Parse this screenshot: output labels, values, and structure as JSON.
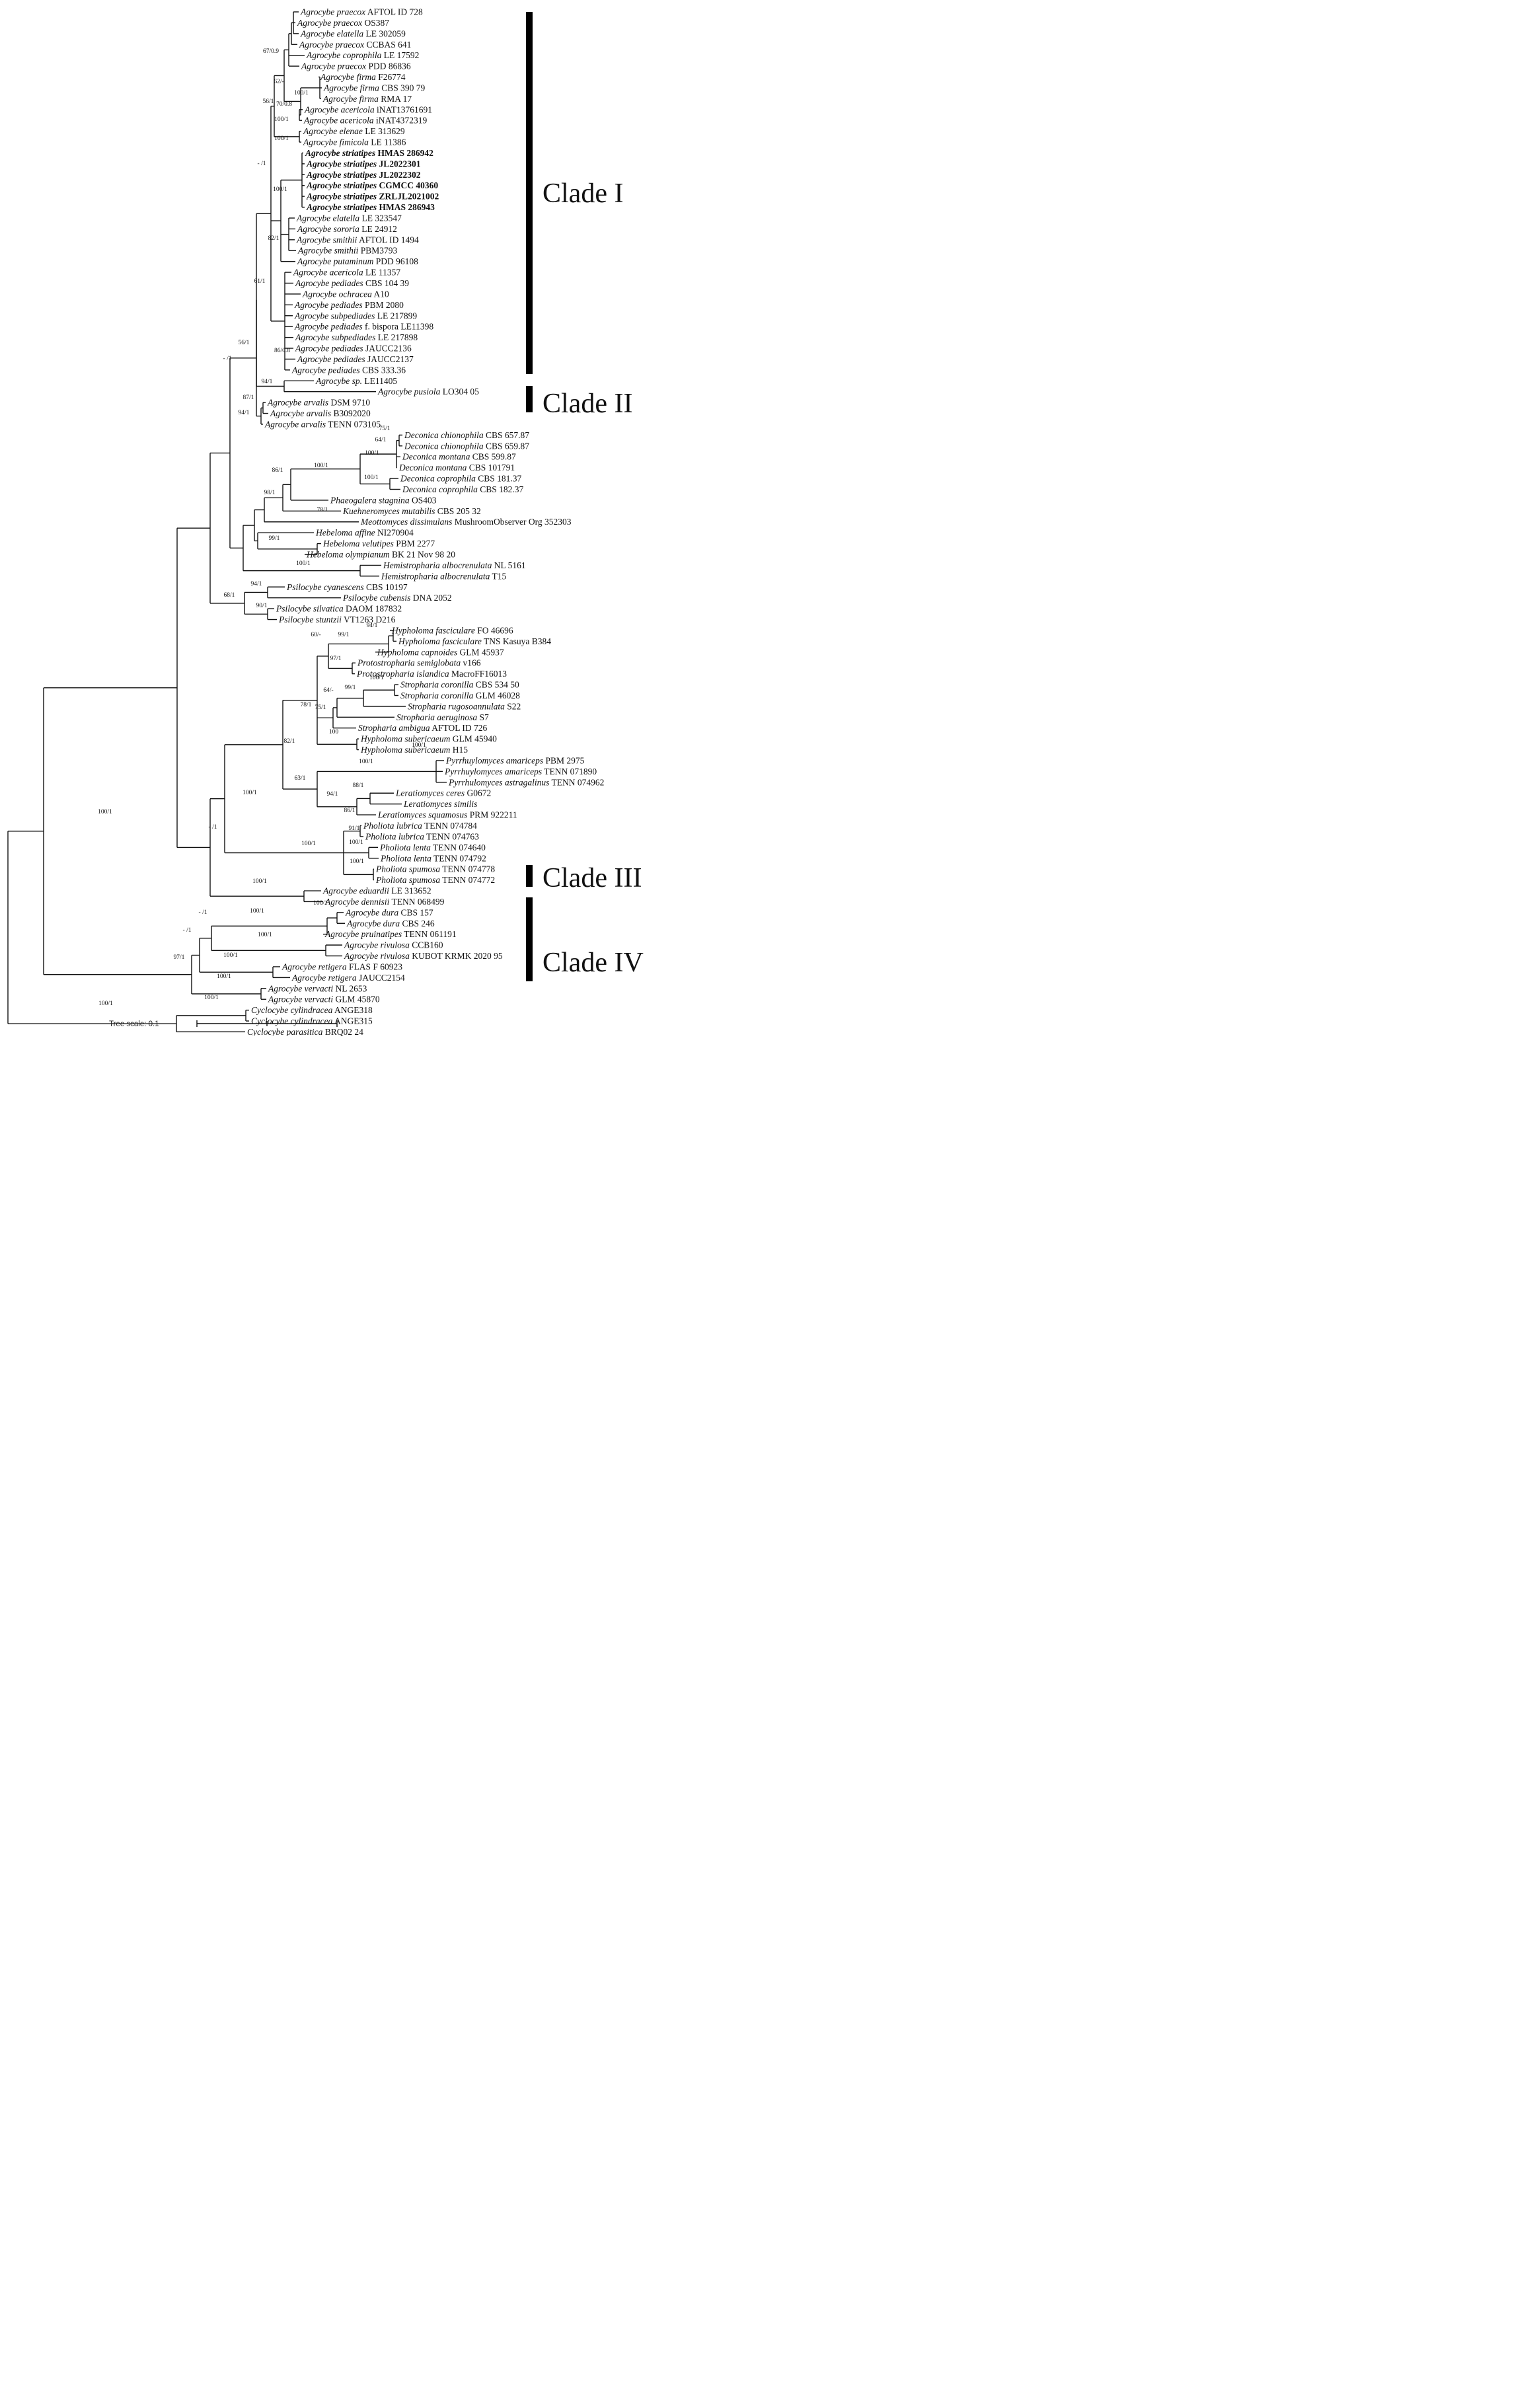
{
  "tree": {
    "scale_label": "Tree scale: 0.1",
    "tips": [
      {
        "sp": "Agrocybe praecox",
        "code": "AFTOL ID 728"
      },
      {
        "sp": "Agrocybe praecox",
        "code": "OS387"
      },
      {
        "sp": "Agrocybe elatella",
        "code": "LE 302059"
      },
      {
        "sp": "Agrocybe praecox",
        "code": "CCBAS 641"
      },
      {
        "sp": "Agrocybe coprophila",
        "code": "LE 17592"
      },
      {
        "sp": "Agrocybe praecox",
        "code": "PDD 86836"
      },
      {
        "sp": "Agrocybe firma",
        "code": "F26774"
      },
      {
        "sp": "Agrocybe firma",
        "code": "CBS 390 79"
      },
      {
        "sp": "Agrocybe firma",
        "code": "RMA 17"
      },
      {
        "sp": "Agrocybe acericola",
        "code": "iNAT13761691"
      },
      {
        "sp": "Agrocybe acericola",
        "code": "iNAT4372319"
      },
      {
        "sp": "Agrocybe elenae",
        "code": "LE 313629"
      },
      {
        "sp": "Agrocybe fimicola",
        "code": "LE 11386"
      },
      {
        "sp": "Agrocybe striatipes",
        "code": "HMAS 286942",
        "bold": true
      },
      {
        "sp": "Agrocybe striatipes",
        "code": "JL2022301",
        "bold": true
      },
      {
        "sp": "Agrocybe striatipes",
        "code": "JL2022302",
        "bold": true
      },
      {
        "sp": "Agrocybe striatipes",
        "code": "CGMCC 40360",
        "bold": true
      },
      {
        "sp": "Agrocybe striatipes",
        "code": "ZRLJL2021002",
        "bold": true
      },
      {
        "sp": "Agrocybe striatipes",
        "code": "HMAS 286943",
        "bold": true
      },
      {
        "sp": "Agrocybe elatella",
        "code": "LE 323547"
      },
      {
        "sp": "Agrocybe sororia",
        "code": "LE 24912"
      },
      {
        "sp": "Agrocybe smithii",
        "code": "AFTOL ID 1494"
      },
      {
        "sp": "Agrocybe smithii",
        "code": "PBM3793"
      },
      {
        "sp": "Agrocybe putaminum",
        "code": "PDD 96108"
      },
      {
        "sp": "Agrocybe acericola",
        "code": "LE 11357"
      },
      {
        "sp": "Agrocybe pediades",
        "code": "CBS 104 39"
      },
      {
        "sp": "Agrocybe ochracea",
        "code": "A10"
      },
      {
        "sp": "Agrocybe pediades",
        "code": "PBM 2080"
      },
      {
        "sp": "Agrocybe subpediades",
        "code": "LE 217899"
      },
      {
        "sp": "Agrocybe pediades",
        "code": "f. bispora LE11398",
        "italic_prefix": "f. bispora"
      },
      {
        "sp": "Agrocybe subpediades",
        "code": "LE 217898"
      },
      {
        "sp": "Agrocybe pediades",
        "code": "JAUCC2136"
      },
      {
        "sp": "Agrocybe pediades",
        "code": "JAUCC2137"
      },
      {
        "sp": "Agrocybe pediades",
        "code": "CBS 333.36"
      },
      {
        "sp": "Agrocybe sp.",
        "code": "LE11405"
      },
      {
        "sp": "Agrocybe pusiola",
        "code": "LO304 05"
      },
      {
        "sp": "Agrocybe arvalis",
        "code": "DSM 9710"
      },
      {
        "sp": "Agrocybe arvalis",
        "code": "B3092020"
      },
      {
        "sp": "Agrocybe arvalis",
        "code": "TENN 073105"
      },
      {
        "sp": "Deconica chionophila",
        "code": "CBS 657.87"
      },
      {
        "sp": "Deconica chionophila",
        "code": "CBS 659.87"
      },
      {
        "sp": "Deconica montana",
        "code": "CBS 599.87"
      },
      {
        "sp": "Deconica montana",
        "code": "CBS 101791"
      },
      {
        "sp": "Deconica coprophila",
        "code": "CBS 181.37"
      },
      {
        "sp": "Deconica coprophila",
        "code": "CBS 182.37"
      },
      {
        "sp": "Phaeogalera stagnina",
        "code": "OS403"
      },
      {
        "sp": "Kuehneromyces mutabilis",
        "code": "CBS 205 32"
      },
      {
        "sp": "Meottomyces dissimulans",
        "code": "MushroomObserver Org 352303"
      },
      {
        "sp": "Hebeloma affine",
        "code": "NI270904"
      },
      {
        "sp": "Hebeloma velutipes",
        "code": "PBM 2277"
      },
      {
        "sp": "Hebeloma olympianum",
        "code": "BK 21 Nov 98 20"
      },
      {
        "sp": "Hemistropharia albocrenulata",
        "code": "NL 5161"
      },
      {
        "sp": "Hemistropharia albocrenulata",
        "code": "T15"
      },
      {
        "sp": "Psilocybe cyanescens",
        "code": "CBS 10197"
      },
      {
        "sp": "Psilocybe cubensis",
        "code": "DNA 2052"
      },
      {
        "sp": "Psilocybe silvatica",
        "code": "DAOM 187832"
      },
      {
        "sp": "Psilocybe stuntzii",
        "code": "VT1263 D216"
      },
      {
        "sp": "Hypholoma fasciculare",
        "code": "FO 46696"
      },
      {
        "sp": "Hypholoma fasciculare",
        "code": "TNS Kasuya B384"
      },
      {
        "sp": "Hypholoma capnoides",
        "code": "GLM 45937"
      },
      {
        "sp": "Protostropharia semiglobata",
        "code": "v166"
      },
      {
        "sp": "Protostropharia islandica",
        "code": "MacroFF16013"
      },
      {
        "sp": "Stropharia coronilla",
        "code": "CBS 534 50"
      },
      {
        "sp": "Stropharia coronilla",
        "code": "GLM 46028"
      },
      {
        "sp": "Stropharia rugosoannulata",
        "code": "S22"
      },
      {
        "sp": "Stropharia aeruginosa",
        "code": "S7"
      },
      {
        "sp": "Stropharia ambigua",
        "code": "AFTOL ID 726"
      },
      {
        "sp": "Hypholoma subericaeum",
        "code": "GLM 45940"
      },
      {
        "sp": "Hypholoma subericaeum",
        "code": "H15"
      },
      {
        "sp": "Pyrrhuylomyces amariceps",
        "code": "PBM 2975"
      },
      {
        "sp": "Pyrrhuylomyces amariceps",
        "code": "TENN 071890"
      },
      {
        "sp": "Pyrrhulomyces astragalinus",
        "code": "TENN 074962"
      },
      {
        "sp": "Leratiomyces ceres",
        "code": "G0672"
      },
      {
        "sp": "Leratiomyces similis",
        "code": ""
      },
      {
        "sp": "Leratiomyces squamosus",
        "code": "PRM 922211"
      },
      {
        "sp": "Pholiota lubrica",
        "code": "TENN 074784"
      },
      {
        "sp": "Pholiota lubrica",
        "code": "TENN 074763"
      },
      {
        "sp": "Pholiota lenta",
        "code": "TENN 074640"
      },
      {
        "sp": "Pholiota lenta",
        "code": "TENN 074792"
      },
      {
        "sp": "Pholiota spumosa",
        "code": "TENN 074778"
      },
      {
        "sp": "Pholiota spumosa",
        "code": "TENN 074772"
      },
      {
        "sp": "Agrocybe eduardii",
        "code": "LE 313652"
      },
      {
        "sp": "Agrocybe dennisii",
        "code": "TENN 068499"
      },
      {
        "sp": "Agrocybe dura",
        "code": "CBS 157"
      },
      {
        "sp": "Agrocybe dura",
        "code": "CBS 246"
      },
      {
        "sp": "Agrocybe pruinatipes",
        "code": "TENN 061191"
      },
      {
        "sp": "Agrocybe rivulosa",
        "code": "CCB160"
      },
      {
        "sp": "Agrocybe rivulosa",
        "code": "KUBOT KRMK 2020 95"
      },
      {
        "sp": "Agrocybe retigera",
        "code": "FLAS F 60923"
      },
      {
        "sp": "Agrocybe retigera",
        "code": "JAUCC2154"
      },
      {
        "sp": "Agrocybe vervacti",
        "code": "NL 2653"
      },
      {
        "sp": "Agrocybe vervacti",
        "code": "GLM 45870"
      },
      {
        "sp": "Cyclocybe cylindracea",
        "code": "ANGE318"
      },
      {
        "sp": "Cyclocybe cylindracea",
        "code": "ANGE315"
      },
      {
        "sp": "Cyclocybe parasitica",
        "code": "BRQ02 24"
      }
    ],
    "support_values": [
      "67/0.9",
      "62/-",
      "100/1",
      "70/0.8",
      "100/1",
      "56/1",
      "100/1",
      "- /1",
      "100/1",
      "82/1",
      "61/1",
      "86/0.8",
      "56/1",
      "94/1",
      "- /1",
      "87/1",
      "94/1",
      "75/1",
      "64/1",
      "100/1",
      "100/1",
      "100/1",
      "86/1",
      "98/1",
      "78/1",
      "99/1",
      "100/1",
      "94/1",
      "68/1",
      "90/1",
      "60/-",
      "94/1",
      "99/1",
      "97/1",
      "100/1",
      "99/1",
      "64/-",
      "75/1",
      "78/1",
      "100",
      "82/1",
      "100/1",
      "100/1",
      "63/1",
      "88/1",
      "94/1",
      "100/1",
      "100/1",
      "86/1",
      "91/1",
      "100/1",
      "100/1",
      "- /1",
      "100/1",
      "100/1",
      "100/1",
      "100/1",
      "- /1",
      "100/1",
      "100/1",
      "- /1",
      "97/1",
      "100/1",
      "100/1",
      "100/1",
      "100/1"
    ],
    "clades": [
      {
        "label": "Clade I"
      },
      {
        "label": "Clade II"
      },
      {
        "label": "Clade III"
      },
      {
        "label": "Clade IV"
      }
    ]
  }
}
